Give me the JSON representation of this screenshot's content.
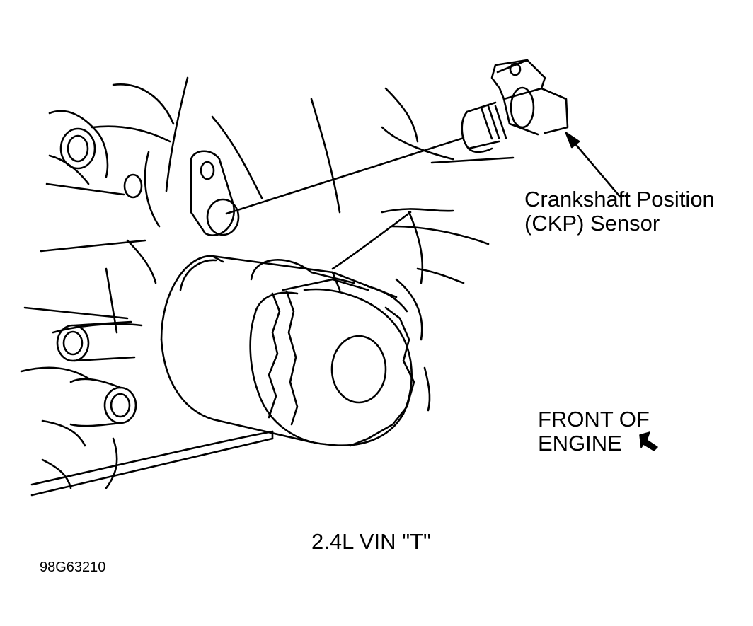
{
  "labels": {
    "sensor_line1": "Crankshaft Position",
    "sensor_line2": "(CKP) Sensor",
    "front_line1": "FRONT OF",
    "front_line2": "ENGINE",
    "engine_caption": "2.4L VIN \"T\"",
    "figure_code": "98G63210"
  },
  "icons": {
    "front_arrow": "arrow-icon"
  },
  "colors": {
    "ink": "#000000",
    "paper": "#ffffff"
  }
}
